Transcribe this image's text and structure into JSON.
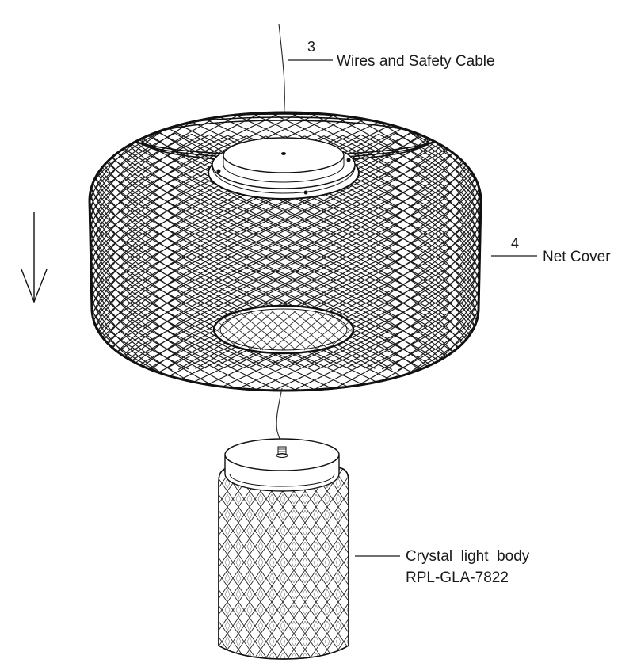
{
  "callouts": {
    "wires": {
      "number": "3",
      "label": "Wires and Safety Cable"
    },
    "net_cover": {
      "number": "4",
      "label": "Net Cover"
    },
    "crystal_body": {
      "label_line1": "Crystal  light  body",
      "label_line2": "RPL-GLA-7822"
    }
  },
  "colors": {
    "line": "#111111",
    "background": "#ffffff"
  },
  "icons": {
    "direction_arrow": "arrow-down-icon"
  }
}
